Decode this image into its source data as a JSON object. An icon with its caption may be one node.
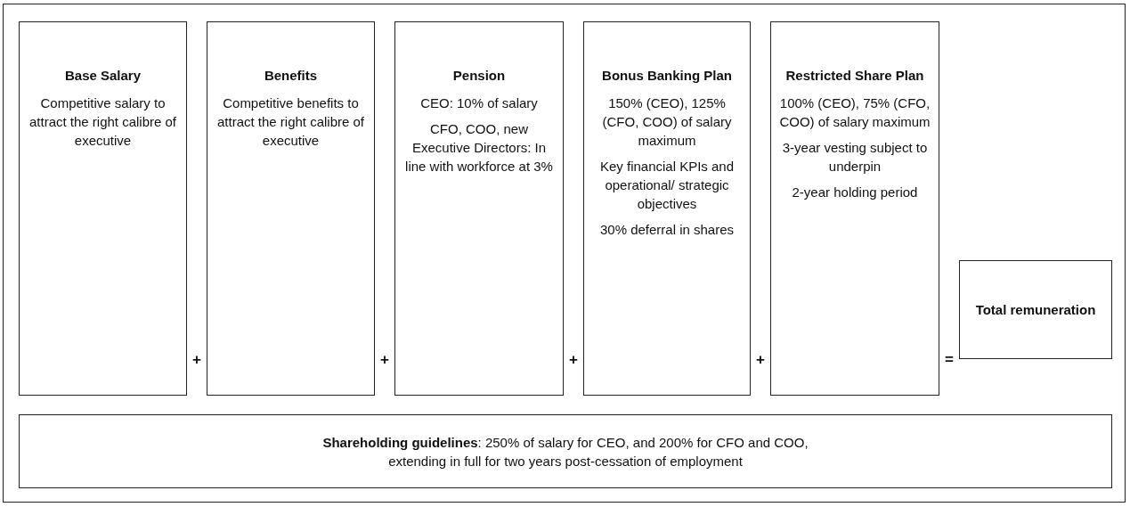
{
  "diagram": {
    "nodes": [
      {
        "text": [
          "Base Salary",
          "Competitive salary to attract the right calibre of executive"
        ]
      },
      {
        "text": [
          "Benefits",
          "Competitive benefits to attract the right calibre of executive"
        ]
      },
      {
        "text": [
          "Pension",
          "CEO: 10% of salary",
          "CFO, COO, new Executive Directors: In line with workforce at 3%"
        ]
      },
      {
        "text": [
          "Bonus Banking Plan",
          "150% (CEO), 125% (CFO, COO) of salary maximum",
          "Key financial KPIs and operational/ strategic objectives",
          "30% deferral in shares"
        ]
      },
      {
        "text": [
          "Restricted Share Plan",
          "100% (CEO), 75% (CFO, COO) of salary maximum",
          "3-year vesting subject to underpin",
          "2-year holding period"
        ]
      },
      {
        "text": [
          "Total remuneration"
        ]
      },
      {
        "text": [
          "**Shareholding guidelines**: 250% of salary for CEO, and 200% for CFO and COO, extending in full for two years post-cessation of employment"
        ]
      }
    ],
    "edges": [],
    "labels": [
      "+",
      "+",
      "+",
      "+",
      "="
    ]
  }
}
